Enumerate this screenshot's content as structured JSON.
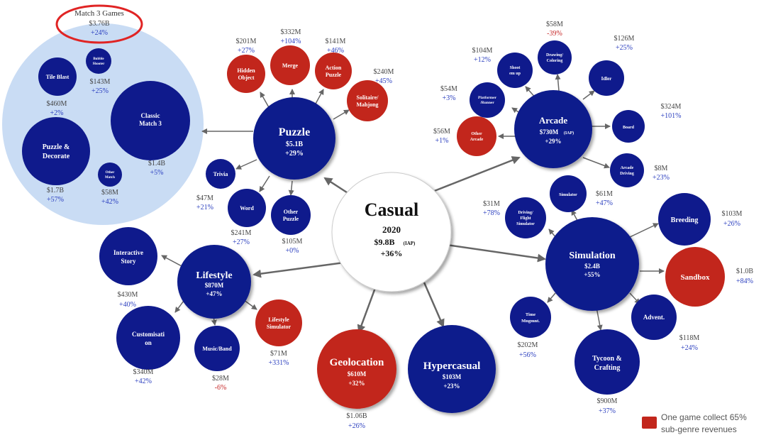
{
  "colors": {
    "blue": "#0f1a8c",
    "red": "#c2261c",
    "center": "#ffffff",
    "cluster": "#c9dcf4",
    "highlight": "#e02424",
    "arrow": "#666666"
  },
  "center": {
    "title": "Casual",
    "year": "2020",
    "revenue": "$9.8B",
    "revenue_note": "(IAP)",
    "growth": "+36%"
  },
  "puzzle": {
    "name": "Puzzle",
    "revenue": "$5.1B",
    "growth": "+29%"
  },
  "arcade": {
    "name": "Arcade",
    "revenue": "$730M",
    "revenue_note": "(IAP)",
    "growth": "+29%"
  },
  "lifestyle": {
    "name": "Lifestyle",
    "revenue": "$870M",
    "growth": "+47%"
  },
  "simulation": {
    "name": "Simulation",
    "revenue": "$2.4B",
    "growth": "+55%"
  },
  "geolocation": {
    "name": "Geolocation",
    "revenue": "$610M",
    "growth": "+32%"
  },
  "hypercasual": {
    "name": "Hypercasual",
    "revenue": "$103M",
    "growth": "+23%"
  },
  "match3": {
    "title": "Match 3 Games",
    "value": "$3.76B",
    "growth": "+24%",
    "classic": {
      "line1": "Classic",
      "line2": "Match 3",
      "value": "$1.4B",
      "growth": "+5%"
    },
    "tile_blast": {
      "label": "Tile Blast",
      "value": "$460M",
      "growth": "+2%"
    },
    "bubble_shooter": {
      "line1": "Bubble",
      "line2": "Shooter",
      "value": "$143M",
      "growth": "+25%"
    },
    "puzzle_decorate": {
      "line1": "Puzzle &",
      "line2": "Decorate",
      "value": "$1.7B",
      "growth": "+57%"
    },
    "other_match": {
      "line1": "Other",
      "line2": "Match",
      "value": "$58M",
      "growth": "+42%"
    }
  },
  "puzzle_subs": {
    "hidden_object": {
      "line1": "Hidden",
      "line2": "Object",
      "value": "$201M",
      "growth": "+27%"
    },
    "merge": {
      "label": "Merge",
      "value": "$332M",
      "growth": "+104%"
    },
    "action_puzzle": {
      "line1": "Action",
      "line2": "Puzzle",
      "value": "$141M",
      "growth": "+46%"
    },
    "solitaire": {
      "line1": "Solitaire/",
      "line2": "Mahjong",
      "value": "$240M",
      "growth": "+45%"
    },
    "trivia": {
      "label": "Trivia",
      "value": "$47M",
      "growth": "+21%"
    },
    "word": {
      "label": "Word",
      "value": "$241M",
      "growth": "+27%"
    },
    "other_puzzle": {
      "line1": "Other",
      "line2": "Puzzle",
      "value": "$105M",
      "growth": "+0%"
    }
  },
  "arcade_subs": {
    "shoot_em_up": {
      "line1": "Shoot",
      "line2": "em up",
      "value": "$104M",
      "growth": "+12%"
    },
    "drawing": {
      "line1": "Drawing/",
      "line2": "Coloring",
      "value": "$58M",
      "growth": "-39%"
    },
    "idler": {
      "label": "Idler",
      "value": "$126M",
      "growth": "+25%"
    },
    "platformer": {
      "line1": "Platformer",
      "line2": "/Runner",
      "value": "$54M",
      "growth": "+3%"
    },
    "board": {
      "label": "Board",
      "value": "$324M",
      "growth": "+101%"
    },
    "other_arcade": {
      "line1": "Other",
      "line2": "Arcade",
      "value": "$56M",
      "growth": "+1%"
    },
    "arcade_driving": {
      "line1": "Arcade",
      "line2": "Driving",
      "value": "$8M",
      "growth": "+23%"
    }
  },
  "lifestyle_subs": {
    "interactive_story": {
      "line1": "Interactive",
      "line2": "Story",
      "value": "$430M",
      "growth": "+40%"
    },
    "customisation": {
      "line1": "Customisati",
      "line2": "on",
      "value": "$340M",
      "growth": "+42%"
    },
    "music_band": {
      "label": "Music/Band",
      "value": "$28M",
      "growth": "-6%"
    },
    "lifestyle_sim": {
      "line1": "Lifestyle",
      "line2": "Simulator",
      "value": "$71M",
      "growth": "+331%"
    }
  },
  "simulation_subs": {
    "simulator": {
      "label": "Simulator",
      "value": "$61M",
      "growth": "+47%"
    },
    "driving_flight": {
      "line1": "Driving/",
      "line2": "Flight",
      "line3": "Simulator",
      "value": "$31M",
      "growth": "+78%"
    },
    "breeding": {
      "label": "Breeding",
      "value": "$103M",
      "growth": "+26%"
    },
    "sandbox": {
      "label": "Sandbox",
      "value": "$1.0B",
      "growth": "+84%"
    },
    "advent": {
      "label": "Advent.",
      "value": "$118M",
      "growth": "+24%"
    },
    "time_mgmt": {
      "line1": "Time",
      "line2": "Mngmnt.",
      "value": "$202M",
      "growth": "+56%"
    },
    "tycoon": {
      "line1": "Tycoon &",
      "line2": "Crafting",
      "value": "$900M",
      "growth": "+37%"
    }
  },
  "geo_extra": {
    "value": "$1.06B",
    "growth": "+26%"
  },
  "legend": {
    "line1": "One game collect 65%",
    "line2": "sub-genre revenues"
  }
}
